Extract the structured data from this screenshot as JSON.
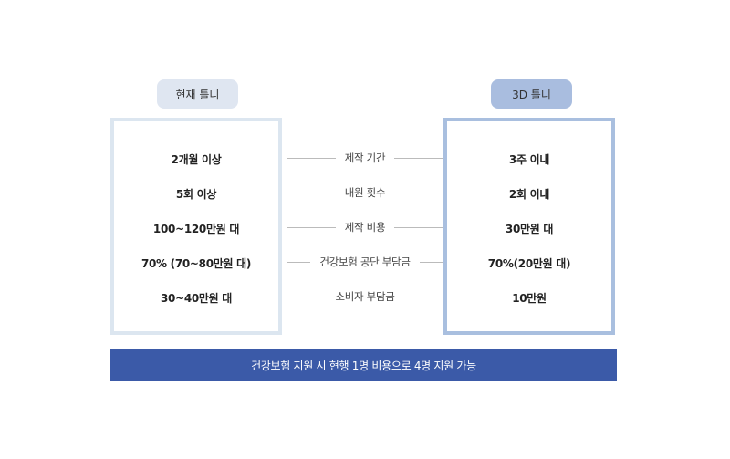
{
  "left_header": "현재 틀니",
  "right_header": "3D 틀니",
  "rows": [
    {
      "left": "2개월 이상",
      "label": "제작 기간",
      "right": "3주 이내"
    },
    {
      "left": "5회 이상",
      "label": "내원 횟수",
      "right": "2회 이내"
    },
    {
      "left": "100~120만원 대",
      "label": "제작 비용",
      "right": "30만원 대"
    },
    {
      "left": "70% (70~80만원 대)",
      "label": "건강보험 공단 부담금",
      "right": "70%(20만원 대)"
    },
    {
      "left": "30~40만원 대",
      "label": "소비자 부담금",
      "right": "10만원"
    }
  ],
  "footer_banner": "건강보험 지원 시 현행 1명 비용으로 4명 지원 가능",
  "colors": {
    "left_header_bg": "#dfe6f1",
    "right_header_bg": "#a9bddf",
    "left_border": "#dce6f0",
    "right_border": "#a9bfdf",
    "banner_bg": "#3b5aa8"
  }
}
